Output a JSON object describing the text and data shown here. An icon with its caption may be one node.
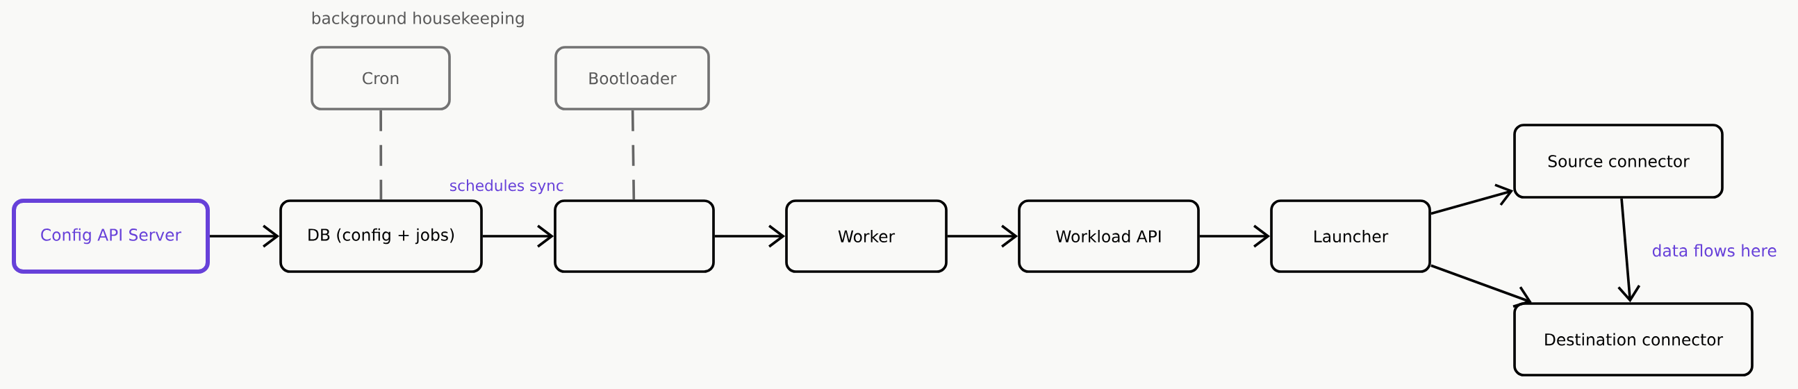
{
  "diagram": {
    "nodes": [
      {
        "text": [
          "Cron"
        ],
        "beside": [
          "background housekeeping"
        ]
      },
      {
        "text": [
          "Bootloader"
        ]
      },
      {
        "text": [
          "Config API Server"
        ]
      },
      {
        "text": [
          "DB (config + jobs)"
        ]
      },
      {
        "text": [],
        "shape": "box"
      },
      {
        "text": [
          "Worker"
        ]
      },
      {
        "text": [
          "Workload API"
        ]
      },
      {
        "text": [
          "Launcher"
        ]
      },
      {
        "text": [
          "Source connector"
        ]
      },
      {
        "text": [
          "Destination connector"
        ]
      }
    ],
    "edges": [
      {
        "from": 2,
        "to": 3,
        "arrow": "to"
      },
      {
        "from": 3,
        "to": 4,
        "arrow": "to",
        "label": "schedules sync"
      },
      {
        "from": 4,
        "to": 5,
        "arrow": "to"
      },
      {
        "from": 5,
        "to": 6,
        "arrow": "to"
      },
      {
        "from": 6,
        "to": 7,
        "arrow": "to"
      },
      {
        "from": 7,
        "to": 8,
        "arrow": "to"
      },
      {
        "from": 7,
        "to": 9,
        "arrow": "to"
      },
      {
        "from": 8,
        "to": 9,
        "arrow": "to",
        "label": "data flows here"
      },
      {
        "from": 0,
        "to": 3,
        "arrow": "none",
        "style": "dashed",
        "color": "#666666"
      },
      {
        "from": 1,
        "to": 4,
        "arrow": "none",
        "style": "dashed",
        "color": "#666666"
      }
    ]
  }
}
